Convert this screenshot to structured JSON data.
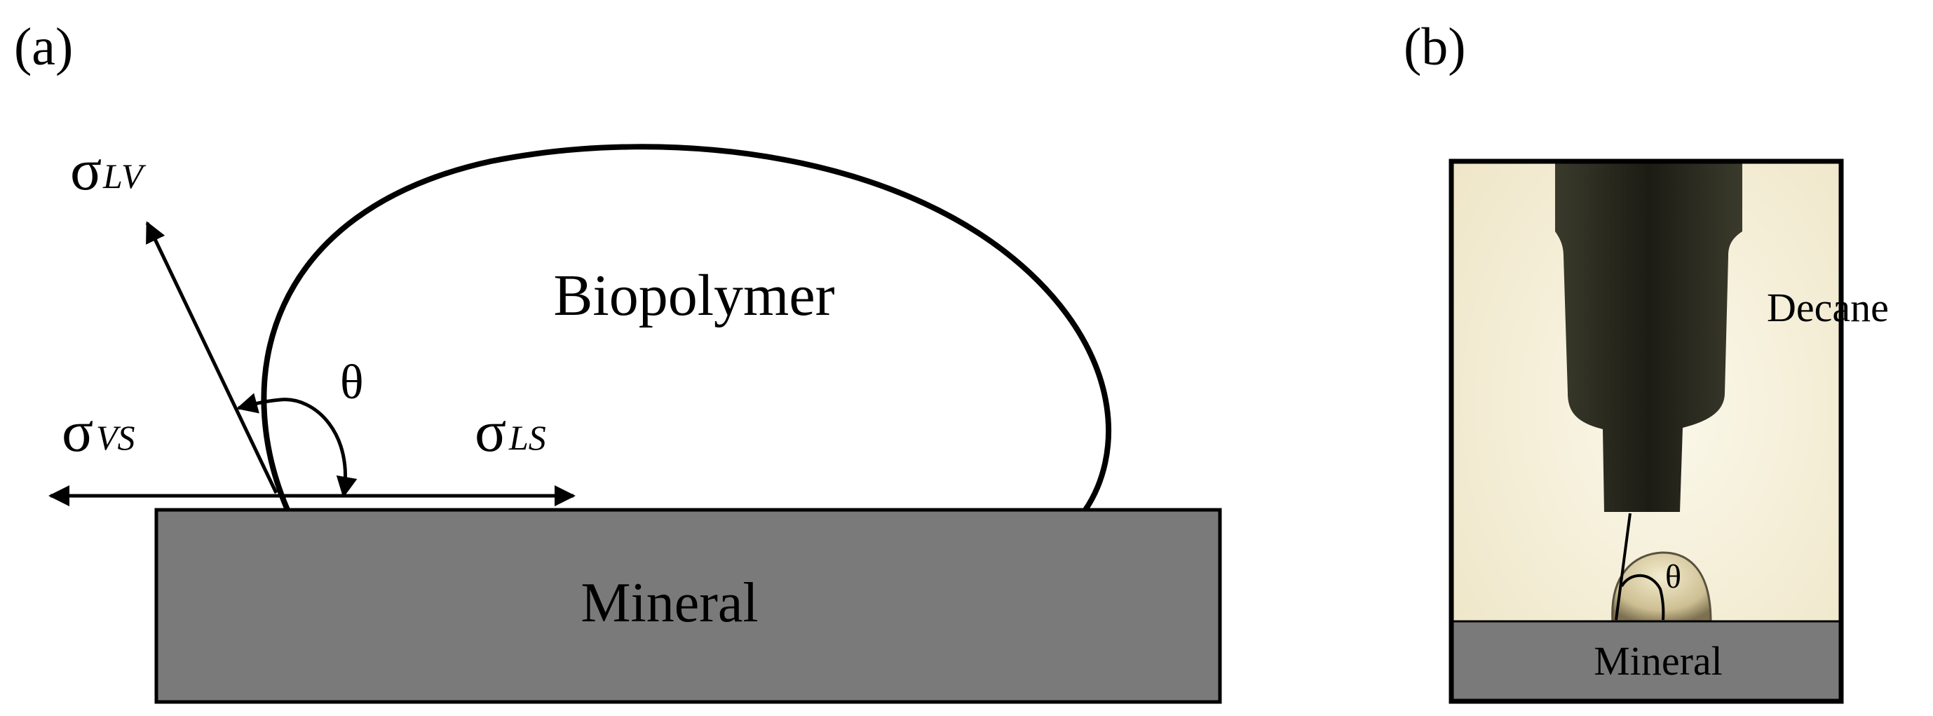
{
  "panel_a": {
    "label": "(a)",
    "droplet_label": "Biopolymer",
    "substrate_label": "Mineral",
    "theta": "θ",
    "sigma_lv": {
      "symbol": "σ",
      "subscript": "LV"
    },
    "sigma_vs": {
      "symbol": "σ",
      "subscript": "VS"
    },
    "sigma_ls": {
      "symbol": "σ",
      "subscript": "LS"
    },
    "colors": {
      "substrate": "#7a7a7a",
      "line": "#000000"
    }
  },
  "panel_b": {
    "label": "(b)",
    "medium_label": "Decane",
    "substrate_label": "Mineral",
    "theta": "θ",
    "colors": {
      "background": "#f7f2df",
      "needle": "#252519",
      "substrate": "#7a7a7a"
    }
  }
}
